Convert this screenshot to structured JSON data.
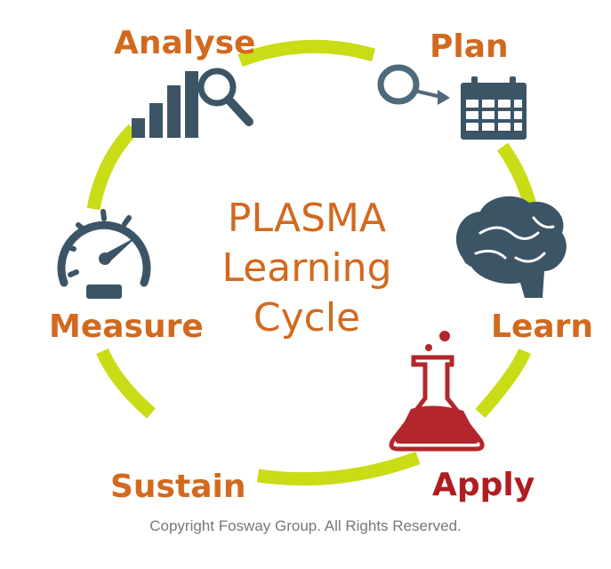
{
  "colors": {
    "ring": "#c9dc16",
    "label": "#d2691e",
    "apply_label": "#b01c20",
    "icon": "#3b5566",
    "flask_liquid": "#b3262b",
    "center_text": "#d2691e"
  },
  "center": {
    "line1": "PLASMA",
    "line2": "Learning",
    "line3": "Cycle"
  },
  "stages": {
    "analyse": "Analyse",
    "plan": "Plan",
    "learn": "Learn",
    "apply": "Apply",
    "sustain": "Sustain",
    "measure": "Measure"
  },
  "icons": {
    "analyse": "bar-chart-magnifier-icon",
    "plan": "target-calendar-icon",
    "learn": "brain-icon",
    "apply": "flask-icon",
    "measure": "speedometer-icon"
  },
  "copyright": "Copyright Fosway Group. All Rights Reserved."
}
